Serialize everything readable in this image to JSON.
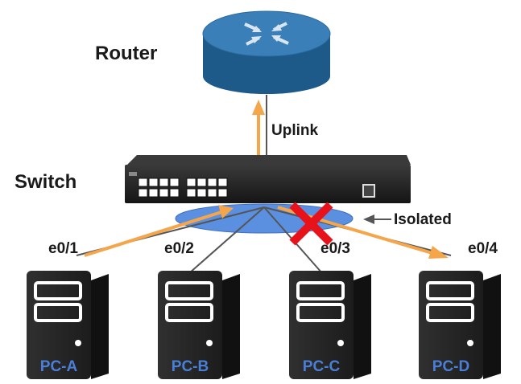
{
  "labels": {
    "router": "Router",
    "switch": "Switch",
    "uplink": "Uplink",
    "isolated": "Isolated"
  },
  "ports": [
    "e0/1",
    "e0/2",
    "e0/3",
    "e0/4"
  ],
  "pcs": [
    "PC-A",
    "PC-B",
    "PC-C",
    "PC-D"
  ],
  "colors": {
    "router_body": "#1d5a8a",
    "router_top": "#3b7fb8",
    "switch_body": "#222222",
    "hub_ellipse": "#5b8fe0",
    "arrow": "#f5a54a",
    "cable": "#555555",
    "block_x": "#e8121b",
    "pc_body": "#262626",
    "pc_label": "#4a7fd8"
  },
  "icons": {
    "router": "router-icon",
    "switch": "switch-icon",
    "pc": "desktop-tower-icon",
    "blocked": "red-x-icon"
  }
}
